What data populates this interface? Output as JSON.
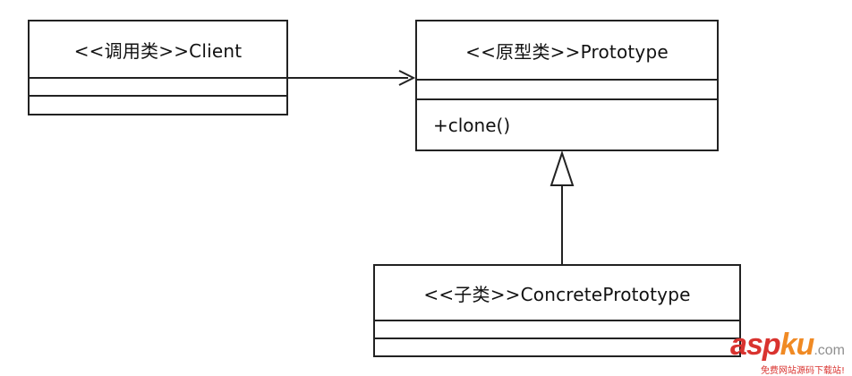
{
  "diagram": {
    "classes": {
      "client": {
        "name": "<<调用类>>Client",
        "methods": []
      },
      "prototype": {
        "name": "<<原型类>>Prototype",
        "methods": [
          "+clone()"
        ]
      },
      "concrete": {
        "name": "<<子类>>ConcretePrototype",
        "methods": []
      }
    },
    "relationships": [
      {
        "from": "client",
        "to": "prototype",
        "type": "association"
      },
      {
        "from": "concrete",
        "to": "prototype",
        "type": "generalization"
      }
    ],
    "line_color": "#222222"
  },
  "watermark": {
    "part1": "asp",
    "part2": "ku",
    "part3": ".com",
    "slogan": "免费网站源码下载站!"
  }
}
